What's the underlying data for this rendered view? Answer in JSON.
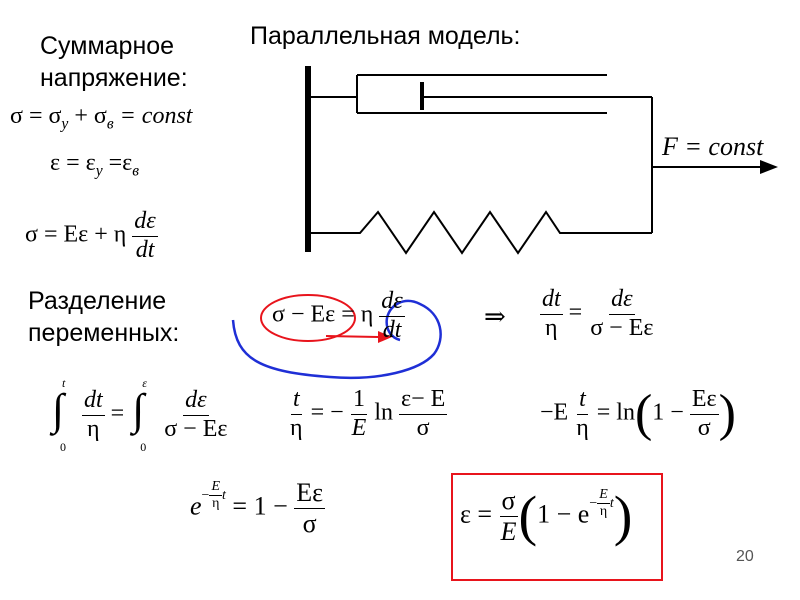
{
  "headings": {
    "total_stress": "Суммарное\nнапряжение:",
    "parallel_model": "Параллельная модель:",
    "separation": "Разделение\nпеременных:"
  },
  "diagram": {
    "force_label": "F = const"
  },
  "equations": {
    "sigma_sum": "σ = σ",
    "sigma_sum_sub1": "у",
    "sigma_sum_mid": " + σ",
    "sigma_sum_sub2": "в",
    "sigma_sum_end": " = const",
    "eps_line": "ε = ε",
    "eps_sub1": "у",
    "eps_mid": " =ε",
    "eps_sub2": "в",
    "model_lhs": "σ = Eε + η",
    "model_num": "dε",
    "model_den": "dt",
    "sep_lhs": "σ − Eε = η",
    "sep_num": "dε",
    "sep_den": "dt",
    "implies": "⇒",
    "sep2_num1": "dt",
    "sep2_den1": "η",
    "sep2_eq": "=",
    "sep2_num2": "dε",
    "sep2_den2": "σ − Eε",
    "int_upper1": "t",
    "int_lower1": "0",
    "int_num1": "dt",
    "int_den1": "η",
    "int_eq": "=",
    "int_upper2": "ε",
    "int_lower2": "0",
    "int_num2": "dε",
    "int_den2": "σ − Eε",
    "ln_num1": "t",
    "ln_den1": "η",
    "ln_eq": "= −",
    "ln_num2": "1",
    "ln_den2": "E",
    "ln_word": "ln",
    "ln_num3": "ε− E",
    "ln_den3": "σ",
    "log2_lhs": "−E",
    "log2_num": "t",
    "log2_den": "η",
    "log2_eq": "= ln",
    "log2_inner": "1 −",
    "log2_inner_num": "Eε",
    "log2_inner_den": "σ",
    "exp_base": "e",
    "exp_power_num": "E",
    "exp_power_den": "η",
    "exp_power_t": "t",
    "exp_rhs": "= 1 −",
    "exp_rhs_num": "Eε",
    "exp_rhs_den": "σ",
    "final_lhs": "ε =",
    "final_num": "σ",
    "final_den": "E",
    "final_inner": "1 − e",
    "final_power_num": "E",
    "final_power_den": "η",
    "final_power_t": "t"
  },
  "page_number": "20",
  "colors": {
    "highlight_red": "#e8141c",
    "highlight_blue": "#1f2fd6",
    "frame_red": "#e8141c"
  }
}
